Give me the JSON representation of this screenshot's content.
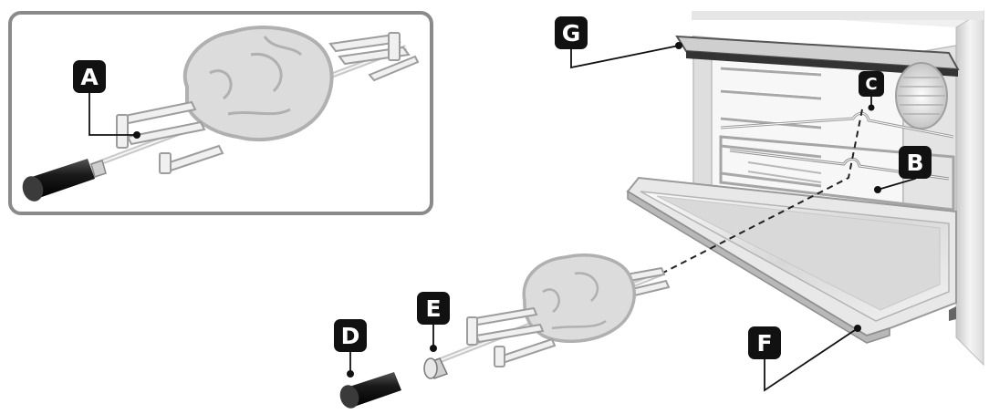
{
  "labels": {
    "a": "A",
    "b": "B",
    "c": "C",
    "d": "D",
    "e": "E",
    "f": "F",
    "g": "G"
  },
  "colors": {
    "ink": "#111111",
    "chicken_fill": "#dcdcdc",
    "chicken_stroke": "#b5b5b5",
    "metal_light": "#f3f3f3",
    "metal_dark": "#9a9a9a",
    "handle": "#1a1a1a"
  }
}
